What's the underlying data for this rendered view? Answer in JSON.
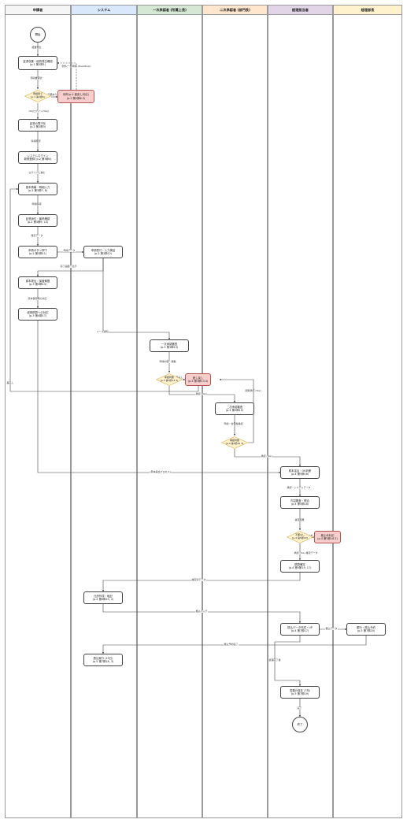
{
  "lanes": [
    {
      "name": "申請者",
      "color": "#f5f5f5"
    },
    {
      "name": "システム",
      "color": "#dae8fc"
    },
    {
      "name": "一次承認者 (所属上長)",
      "color": "#d5e8d4"
    },
    {
      "name": "二次承認者 (部門長)",
      "color": "#ffe6cc"
    },
    {
      "name": "経理担当者",
      "color": "#e1d5e7"
    },
    {
      "name": "経理部長",
      "color": "#fff2cc"
    }
  ],
  "nodes": {
    "start": "開始",
    "n1a": "証憑収集・経費発生確認",
    "n1b": "(p.1 第2節1)",
    "n2a": "証憑の電子化",
    "n2b": "(p.2 第2節3)",
    "n3a": "システムログイン",
    "n3b": "新規登録 (p.2 第3節4)",
    "n4a": "基本情報・明細入力",
    "n4b": "(p.2 第3節7, 8)",
    "n5a": "証憑添付・最終確認",
    "n5b": "(p.2 第3節9, 10)",
    "n6a": "申請ボタン押下",
    "n6b": "(p.2 第3節11)",
    "n7a": "申請受付・入力検証",
    "n7b": "(p.2 第3節12)",
    "n8a": "原本提出・保管期限",
    "n8b": "(p.3 第3節13)",
    "n9a": "経費精算への対応",
    "n9b": "(p.3 第4節17)",
    "n10a": "一次承認審査",
    "n10b": "(p.3 第3節13)",
    "n11a": "二次承認審査",
    "n11b": "(p.4 第3節15)",
    "n12a": "原本突合・OK判断",
    "n12b": "(p.4 第5節16)",
    "n13a": "内容審査・照合",
    "n13b": "(p.4 第5節18)",
    "n14a": "精算確定",
    "n14b": "(p.4 第5節19, 17)",
    "n15a": "仕訳作成・転記",
    "n15b": "(p.4 第6節19, 2)",
    "n16a": "振込データ作成・UP",
    "n16b": "(p.4 第7節17)",
    "n17a": "銀行・振込予約",
    "n17b": "(p.5 第7節20)",
    "n18a": "振込実行 (15日)",
    "n18b": "(p.5 第7節18, 3)",
    "n19a": "書類の保存 (7年)",
    "n19b": "(p.5 第7節19)",
    "end": "終了",
    "r1a": "例外(p.2 差戻し対応)",
    "r1b": "(p.2 第2節6.3)",
    "r2a": "差し戻し",
    "r2b": "(p.3 第3節13.4)",
    "r3a": "差止め対応",
    "r3b": "(p.4 第5節18.3)"
  },
  "decisions": {
    "d1a": "申請者で",
    "d1b": "(p.1 第2節6)",
    "d2a": "承認判断",
    "d2b": "(p.3 第3節13.3)",
    "d3a": "承認判断",
    "d3b": "(p.4 第3節15.3)",
    "d4a": "不備なし",
    "d4b": "(p.4 第5節18)"
  },
  "edges": {
    "e1": "経費発生",
    "e2": "例外(一括申請 (Deadline))",
    "e3": "領収書保管",
    "e4": "不備あり",
    "e5": "OK(ログイン(Yes))",
    "e6": "情報確認",
    "e7": "ログインに進む",
    "e8": "申請情報",
    "e9": "確定データ",
    "e10": "申請データ",
    "e11": "完了画面・表示",
    "e12": "原本保管時の対応",
    "e13": "メール通知",
    "e14": "申請内容・根拠",
    "e15": "差戻し",
    "e16": "差戻し",
    "e17": "承認 (Yes)",
    "e18": "閲覧承認 (Yes)",
    "e19": "申請・合理性確認",
    "e20": "承認 (Yes)",
    "e21": "(原本提出プロセス)",
    "e22": "承認・システムデータ",
    "e23": "審査結果",
    "e24": "差止め",
    "e25": "承認 (Yes) 確定データ",
    "e26": "確定済データ",
    "e27": "振込バッチ",
    "e28": "振込データ",
    "e29": "振込予約完了",
    "e30": "処理完了後",
    "e31": "完了"
  },
  "colors": {
    "stroke": "#444444",
    "red_fill": "#f8cecc",
    "red_stroke": "#b85450",
    "diamond_fill": "#fff2cc",
    "diamond_stroke": "#d6b656"
  }
}
